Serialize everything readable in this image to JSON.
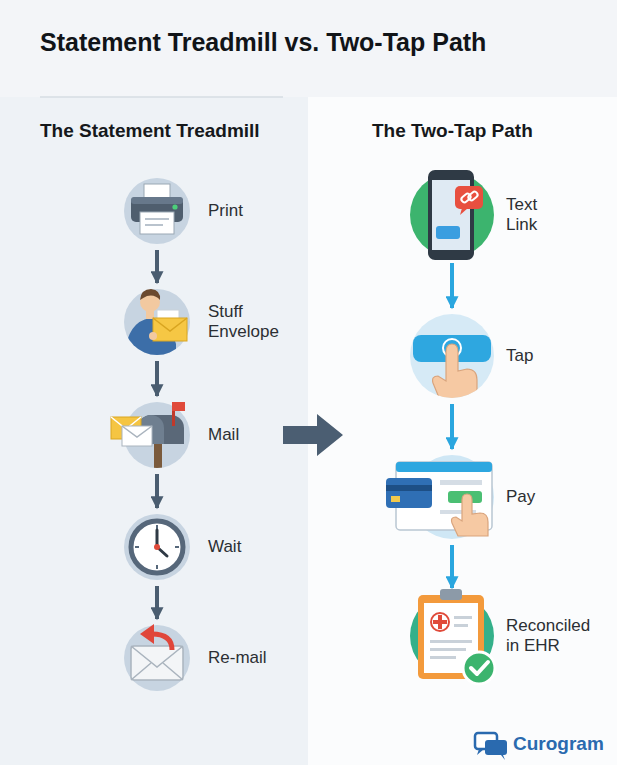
{
  "diagram": {
    "title": "Statement Treadmill vs. Two-Tap Path",
    "nodes": [
      {
        "text": [
          "The Statement Treadmill"
        ]
      },
      {
        "text": [
          "Print"
        ],
        "in": 0
      },
      {
        "text": [
          "Stuff Envelope"
        ],
        "in": 0
      },
      {
        "text": [
          "Mail"
        ],
        "in": 0
      },
      {
        "text": [
          "Wait"
        ],
        "in": 0
      },
      {
        "text": [
          "Re-mail"
        ],
        "in": 0
      },
      {
        "text": [
          "The Two-Tap Path"
        ]
      },
      {
        "text": [
          "Text Link"
        ],
        "in": 6
      },
      {
        "text": [
          "Tap"
        ],
        "in": 6
      },
      {
        "text": [
          "Pay"
        ],
        "in": 6
      },
      {
        "text": [
          "Reconciled in EHR"
        ],
        "in": 6
      }
    ],
    "edges": [
      {
        "from": 1,
        "to": 2,
        "arrow": "to"
      },
      {
        "from": 2,
        "to": 3,
        "arrow": "to"
      },
      {
        "from": 3,
        "to": 4,
        "arrow": "to"
      },
      {
        "from": 4,
        "to": 5,
        "arrow": "to"
      },
      {
        "from": 0,
        "to": 6,
        "arrow": "to"
      },
      {
        "from": 7,
        "to": 8,
        "arrow": "to"
      },
      {
        "from": 8,
        "to": 9,
        "arrow": "to"
      },
      {
        "from": 9,
        "to": 10,
        "arrow": "to"
      }
    ],
    "labels": [
      "Curogram"
    ]
  }
}
